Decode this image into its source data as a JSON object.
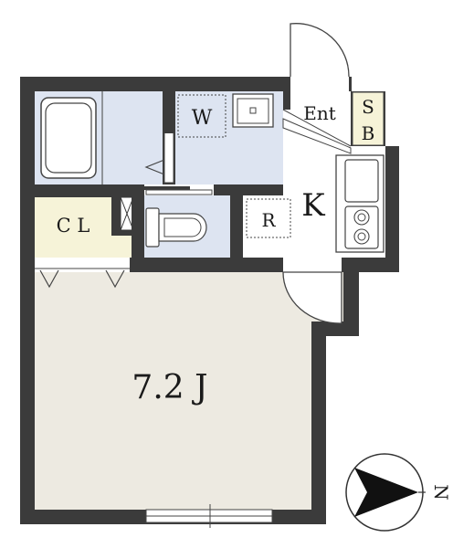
{
  "rooms": {
    "main_room": "7.2 J",
    "kitchen": "K",
    "closet": "C L",
    "washer": "W",
    "refrigerator": "R",
    "entrance": "Ent",
    "shoe_box_top": "S",
    "shoe_box_bottom": "B"
  },
  "compass": {
    "direction": "N",
    "icon": "north-arrow-icon"
  },
  "colors": {
    "wall": "#3b3b3b",
    "room_floor": "#edeae1",
    "wet_area": "#dde4f1",
    "closet": "#f6f3d8",
    "shoe_box": "#f6f3d8",
    "line": "#333333"
  }
}
